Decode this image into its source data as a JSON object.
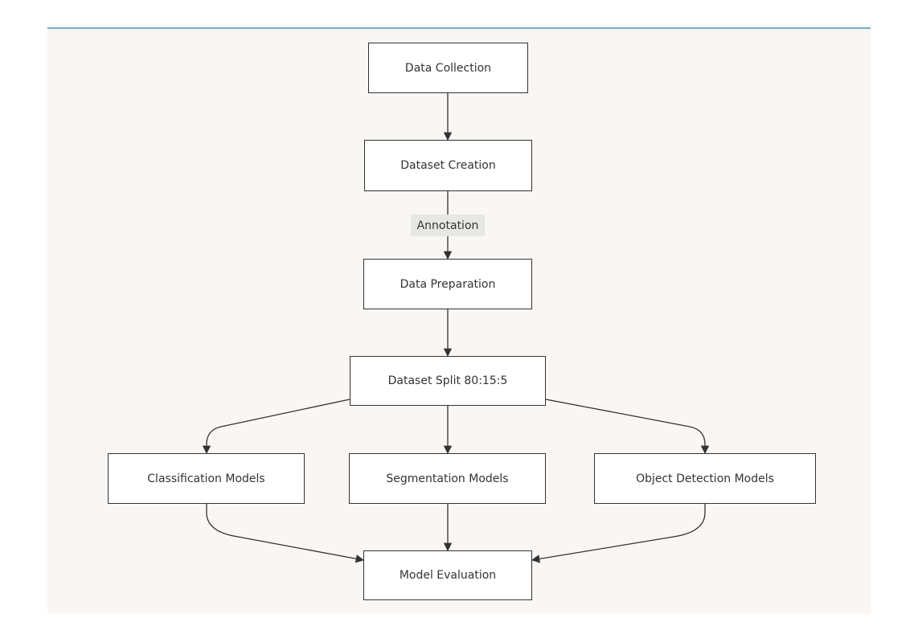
{
  "diagram": {
    "nodes": {
      "data_collection": "Data Collection",
      "dataset_creation": "Dataset Creation",
      "data_preparation": "Data Preparation",
      "dataset_split": "Dataset Split 80:15:5",
      "classification_models": "Classification Models",
      "segmentation_models": "Segmentation Models",
      "object_detection_models": "Object Detection Models",
      "model_evaluation": "Model Evaluation"
    },
    "edge_labels": {
      "creation_to_preparation": "Annotation"
    },
    "edges": [
      {
        "from": "data_collection",
        "to": "dataset_creation"
      },
      {
        "from": "dataset_creation",
        "to": "data_preparation",
        "label": "Annotation"
      },
      {
        "from": "data_preparation",
        "to": "dataset_split"
      },
      {
        "from": "dataset_split",
        "to": "classification_models"
      },
      {
        "from": "dataset_split",
        "to": "segmentation_models"
      },
      {
        "from": "dataset_split",
        "to": "object_detection_models"
      },
      {
        "from": "classification_models",
        "to": "model_evaluation"
      },
      {
        "from": "segmentation_models",
        "to": "model_evaluation"
      },
      {
        "from": "object_detection_models",
        "to": "model_evaluation"
      }
    ],
    "colors": {
      "background": "#f9f6f3",
      "top_border": "#6db0cc",
      "node_fill": "#ffffff",
      "stroke": "#333333",
      "label_fill": "#e8e8e3"
    }
  }
}
